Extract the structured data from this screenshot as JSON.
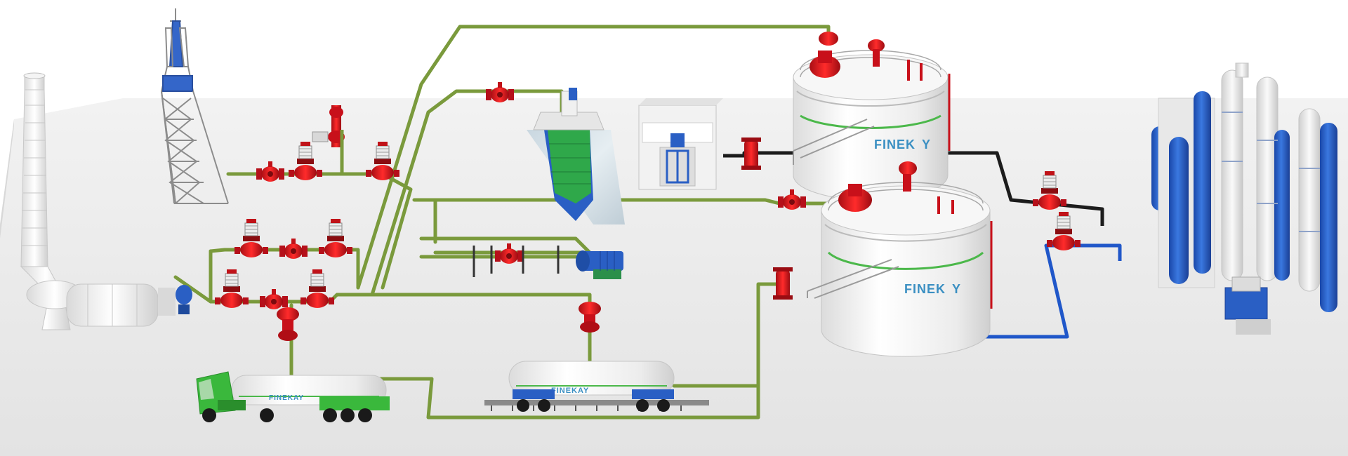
{
  "brand": {
    "tank_upper_label": "FINEK",
    "tank_upper_label_suffix": "Y",
    "tank_lower_label": "FINEK",
    "tank_lower_label_suffix": "Y",
    "rail_car_label": "FINEKAY",
    "truck_label": "FINEKAY"
  },
  "colors": {
    "pipe_green": "#7a9a3c",
    "pipe_black": "#1c1c1c",
    "pipe_blue": "#2057c9",
    "valve_red": "#d9141e",
    "tower_blue": "#2a5fc4",
    "ship_green": "#2fa84a",
    "truck_green": "#3ab83c",
    "brand_text": "#3a8fc2",
    "floor": "#e6e6e6"
  },
  "components": {
    "flare_stack": "flare-stack",
    "vent_tower": "lattice-vent-tower",
    "ship": "tanker-ship",
    "loading_station": "loading-station",
    "storage_tank_upper": "storage-tank-upper",
    "storage_tank_lower": "storage-tank-lower",
    "separation_columns": "distillation-columns",
    "rail_car": "rail-tank-car",
    "tanker_truck": "tanker-truck",
    "pump": "transfer-pump"
  }
}
